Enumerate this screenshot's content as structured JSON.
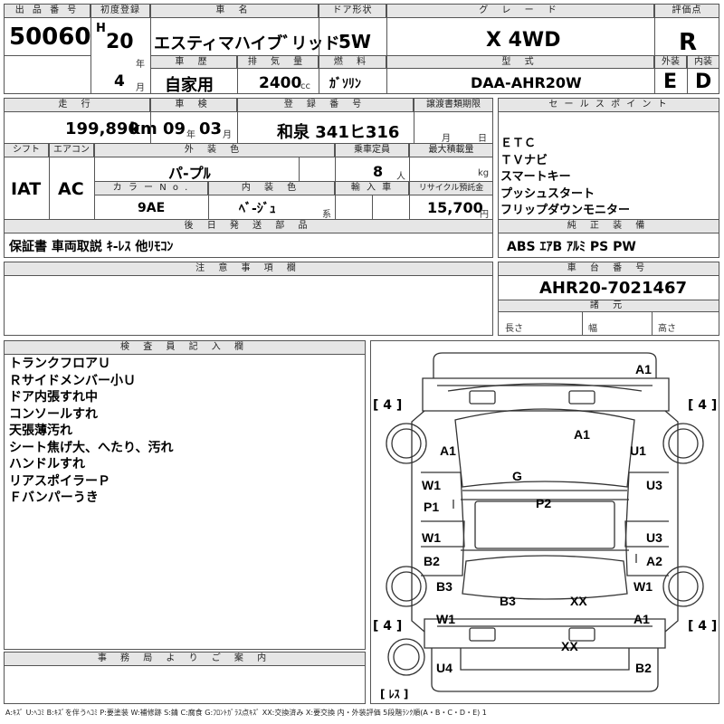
{
  "header": {
    "lot_no_label": "出 品 番 号",
    "lot_no": "50060",
    "first_reg_label": "初度登録",
    "era": "H",
    "year_num": "20",
    "year_unit": "年",
    "month_num": "4",
    "month_unit": "月",
    "car_name_label": "車 名",
    "car_name": "エスティマハイブﾞリッドﾞ",
    "door_label": "ドア形状",
    "door": "5W",
    "grade_label": "グ レ ー ド",
    "grade": "X 4WD",
    "score_label": "評価点",
    "score": "R",
    "history_label": "車 歴",
    "history": "自家用",
    "displacement_label": "排 気 量",
    "displacement": "2400",
    "displacement_unit": "cc",
    "fuel_label": "燃 料",
    "fuel": "ｶﾞｿﾘﾝ",
    "model_label": "型 式",
    "model": "DAA-AHR20W",
    "exterior_label": "外装",
    "exterior": "E",
    "interior_label": "内装",
    "interior": "D"
  },
  "row2": {
    "mileage_label": "走 行",
    "mileage": "199,890",
    "mileage_unit": "km",
    "inspection_label": "車 検",
    "insp_year": "09",
    "insp_year_unit": "年",
    "insp_month": "03",
    "insp_month_unit": "月",
    "reg_no_label": "登 録 番 号",
    "reg_no": "和泉 341ヒ316",
    "transfer_label": "譲渡書類期限",
    "transfer_month": "月",
    "transfer_day": "日",
    "shift_label": "シフト",
    "shift": "IAT",
    "ac_label": "エアコン",
    "ac": "AC",
    "ext_color_label": "外 装 色",
    "ext_color": "パ-プﾙ",
    "capacity_label": "乗車定員",
    "capacity": "8",
    "capacity_unit": "人",
    "max_load_label": "最大積載量",
    "max_load_unit": "kg",
    "color_no_label": "カ ラ ー N o .",
    "color_no": "9AE",
    "int_color_label": "内 装 色",
    "int_color": "ﾍﾞ-ｼﾞｭ",
    "int_color_unit": "系",
    "import_label": "輸 入 車",
    "recycle_label": "リサイクル預託金",
    "recycle": "15,700",
    "recycle_unit": "円",
    "later_parts_label": "後 日 発 送 部 品",
    "later_parts": "保証書 車両取説 ｷ-ﾚｽ 他ﾘﾓｺﾝ"
  },
  "sales": {
    "label": "セ ー ル ス ポ イ ン ト",
    "items": [
      "ＥＴＣ",
      "ＴＶナビ",
      "スマートキー",
      "プッシュスタート",
      "フリップダウンモニター"
    ],
    "equip_label": "純 正 装 備",
    "equip": "ABS ｴｱB ｱﾙﾐ PS PW"
  },
  "notes": {
    "label": "注 意 事 項 欄"
  },
  "chassis": {
    "label": "車 台 番 号",
    "number": "AHR20-7021467",
    "dims_label": "諸 元",
    "length_label": "長さ",
    "width_label": "幅",
    "height_label": "高さ"
  },
  "inspector": {
    "label": "検 査 員 記 入 欄",
    "items": [
      "トランクフロアＵ",
      "Ｒサイドメンバー小Ｕ",
      "ドア内張すれ中",
      "コンソールすれ",
      "天張薄汚れ",
      "シート焦げ大、へたり、汚れ",
      "ハンドルすれ",
      "リアスポイラーＰ",
      "Ｆバンパーうき"
    ]
  },
  "office": {
    "label": "事 務 局 よ り ご 案 内"
  },
  "diagram": {
    "tire_tl": "[ 4 ]",
    "tire_tr": "[ 4 ]",
    "tire_bl": "[ 4 ]",
    "tire_br": "[ 4 ]",
    "less": "[ ﾚｽ ]",
    "marks": [
      "A1",
      "A1",
      "A1",
      "U1",
      "W1",
      "G",
      "U3",
      "P1",
      "P2",
      "W1",
      "U3",
      "B2",
      "A2",
      "B3",
      "W1",
      "B3",
      "XX",
      "W1",
      "A1",
      "XX",
      "U4",
      "B2"
    ]
  },
  "legend": "A:ｷｽﾞ U:ﾍｺﾐ B:ｷｽﾞを伴うﾍｺﾐ P:要塗装 W:補修跡 S:錆 C:腐食 G:ﾌﾛﾝﾄｶﾞﾗｽ点ｷｽﾞ XX:交換済み X:要交換 内・外装評価 5段階ﾗﾝｸ順(A・B・C・D・E) 1"
}
